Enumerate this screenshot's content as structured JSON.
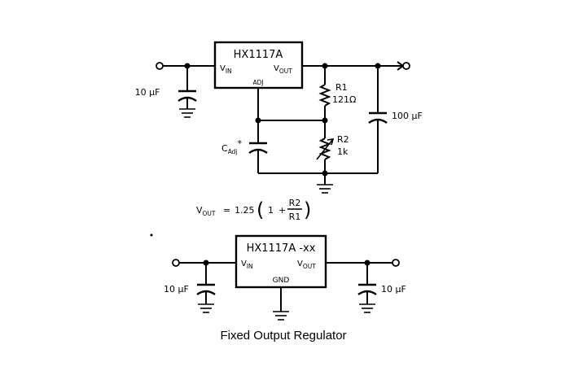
{
  "adjustable": {
    "chip": {
      "name": "HX1117A",
      "vin_main": "V",
      "vin_sub": "IN",
      "vout_main": "V",
      "vout_sub": "OUT",
      "adj": "ADJ"
    },
    "c_in": "10 µF",
    "r1": {
      "name": "R1",
      "value": "121Ω"
    },
    "r2": {
      "name": "R2",
      "value": "1k"
    },
    "c_out": "100 µF",
    "c_adj": {
      "main": "C",
      "sub": "Adj",
      "mark": "*"
    },
    "formula": {
      "lhs_main": "V",
      "lhs_sub": "OUT",
      "equals": "=",
      "gain": "1.25",
      "open_paren": "(",
      "one": "1",
      "plus": "+",
      "num": "R2",
      "den": "R1",
      "close_paren": ")"
    }
  },
  "fixed": {
    "chip": {
      "name": "HX1117A -xx",
      "vin_main": "V",
      "vin_sub": "IN",
      "vout_main": "V",
      "vout_sub": "OUT",
      "gnd": "GND"
    },
    "c_in": "10 µF",
    "c_out": "10 µF",
    "caption": "Fixed Output Regulator"
  },
  "stray_mark": "•"
}
